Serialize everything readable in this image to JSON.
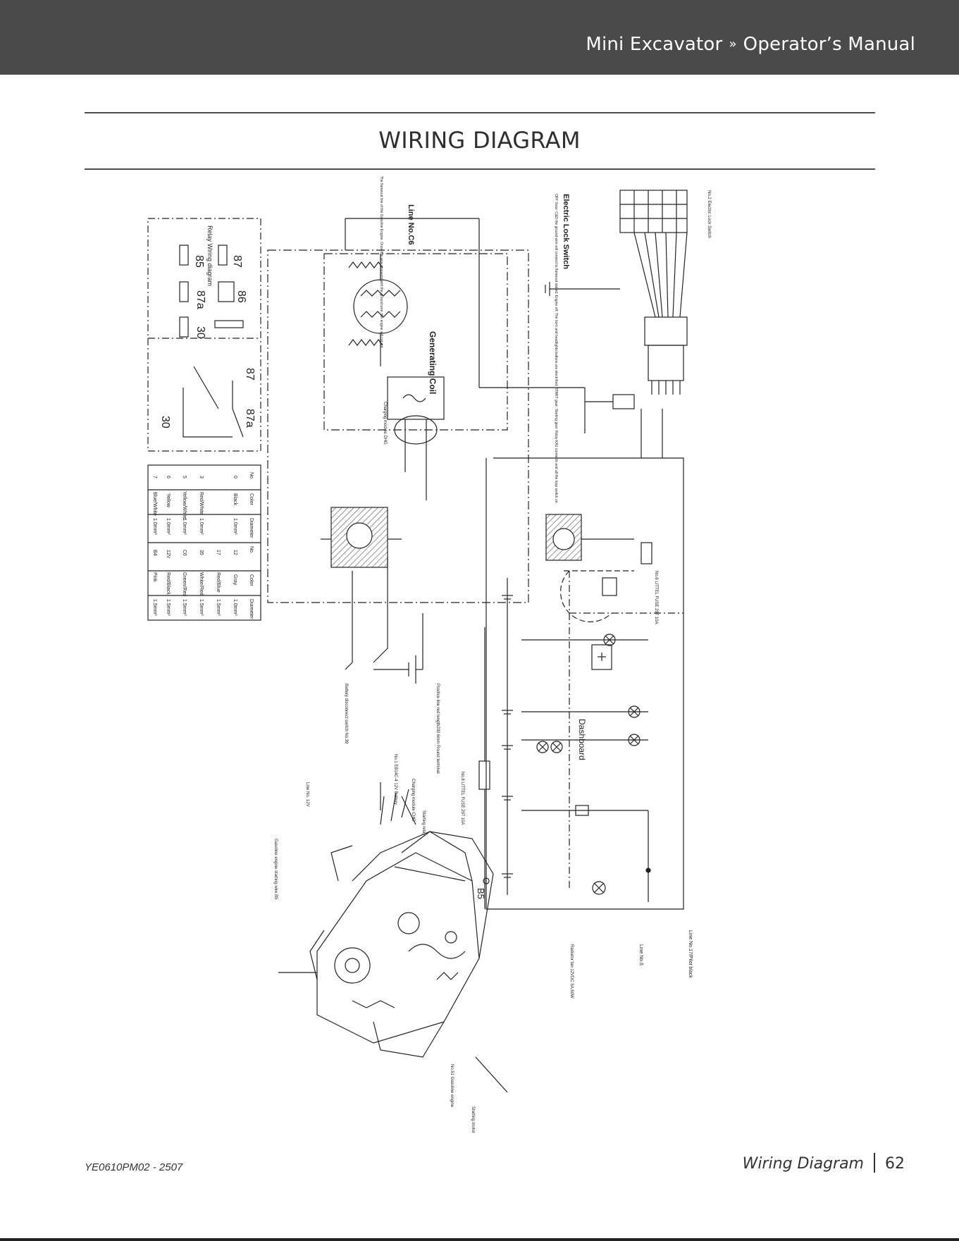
{
  "header": {
    "product": "Mini Excavator",
    "separator": "»",
    "manual": "Operator’s Manual"
  },
  "page": {
    "title": "WIRING DIAGRAM"
  },
  "diagram": {
    "relay_box_title": "Relay Wiring diagram",
    "relay_pins": [
      "85",
      "87",
      "87a",
      "86",
      "30"
    ],
    "relay_symbol_pins": [
      "87",
      "87a",
      "30"
    ],
    "line_c6_title": "Line No.C6",
    "line_c6_note": "The flameout line of the Gasoline Engine. Once this wire connects with the ground wire, the engine will cut out.",
    "electric_lock_title": "Electric Lock Switch",
    "electric_lock_note": "OFF Gear: C&D the ground wire will connect to flameout stalled. Engine off; The horn and headlights buttons are electrified; START gear: Starting gear. Relay KA1 connects and all the loop switch on.",
    "generating_coil": "Generating Coil",
    "charging_module": "Charging module DHG",
    "dashboard": "Dashboard",
    "line_no_17_pilot": "Line No.17/Pilot black",
    "line_no_6": "Line No.6",
    "radiator_fan": "Radiator fan 12VDC 5A,60W",
    "battery": "No.1 EB14C-4 12V Battery",
    "fuse_1": "No.8 LITTEL FUSE 297 10A",
    "fuse_2": "No.6 LITTEL FUSE 297 10A",
    "engine_label": "No.51 Gasoline engine",
    "starting_motor": "Starting motor",
    "starting_relay": "Starting relay",
    "charging_module_label": "Charging module CHG",
    "line_no_12v": "Line No. 12V",
    "engine_starting_wire": "Gasoline engine starting wire B5",
    "b5": "B5",
    "no2_title": "No.2 Electric Lock Switch",
    "positive_line_note": "Positive line red length200 6mm Round terminal",
    "battery_disconnect": "Battery disconnect switch No.39",
    "table": {
      "headers": [
        "No.",
        "Color",
        "Diameter",
        "No.",
        "Color",
        "Diameter"
      ],
      "rows": [
        [
          "0",
          "Black",
          "1.0mm²",
          "12",
          "Gray",
          "1.0mm²"
        ],
        [
          "",
          "",
          "",
          "17",
          "Red/Blue",
          "1.5mm²"
        ],
        [
          "3",
          "Red/White",
          "1.0mm²",
          "35",
          "White/Red",
          "1.5mm²"
        ],
        [
          "5",
          "Yellow/White",
          "1.0mm²",
          "C6",
          "Green/Red",
          "1.5mm²"
        ],
        [
          "6",
          "Yellow",
          "1.0mm²",
          "12V",
          "Red/Black",
          "1.5mm²"
        ],
        [
          "7",
          "Blue/White",
          "1.0mm²",
          "B4",
          "Pink",
          "1.5mm²"
        ]
      ]
    }
  },
  "footer": {
    "doc_code": "YE0610PM02 - 2507",
    "section": "Wiring Diagram",
    "page_number": "62"
  }
}
